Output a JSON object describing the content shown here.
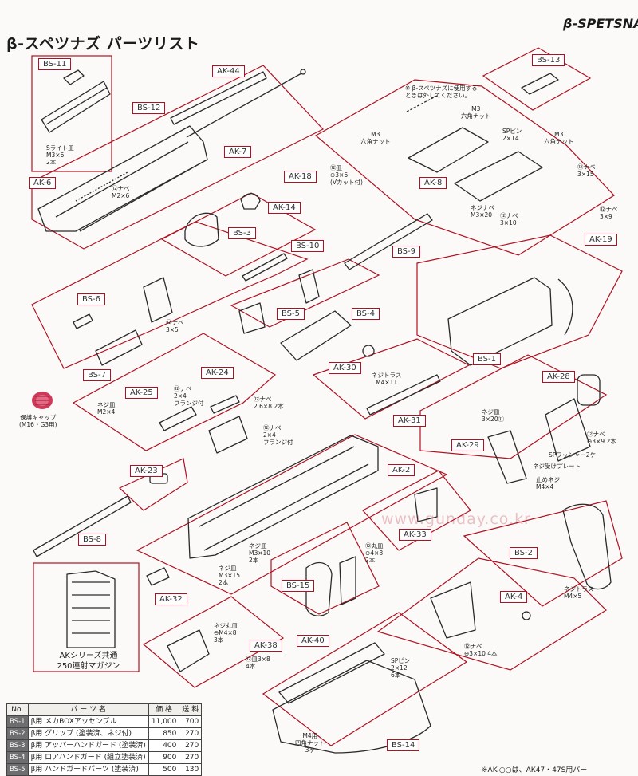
{
  "page": {
    "title": "β-スペツナズ パーツリスト",
    "brand": "β-SPETSNA",
    "watermark": "www.gunday.co.kr",
    "footnote": "※AK-○○は、AK47・47S用パー"
  },
  "part_labels": {
    "bs1": "BS-1",
    "bs2": "BS-2",
    "bs3": "BS-3",
    "bs4": "BS-4",
    "bs5": "BS-5",
    "bs6": "BS-6",
    "bs7": "BS-7",
    "bs8": "BS-8",
    "bs9": "BS-9",
    "bs10": "BS-10",
    "bs11": "BS-11",
    "bs12": "BS-12",
    "bs13": "BS-13",
    "bs14": "BS-14",
    "bs15": "BS-15",
    "ak2": "AK-2",
    "ak4": "AK-4",
    "ak6": "AK-6",
    "ak7": "AK-7",
    "ak8": "AK-8",
    "ak14": "AK-14",
    "ak18": "AK-18",
    "ak19": "AK-19",
    "ak23": "AK-23",
    "ak24": "AK-24",
    "ak25": "AK-25",
    "ak28": "AK-28",
    "ak29": "AK-29",
    "ak30": "AK-30",
    "ak31": "AK-31",
    "ak32": "AK-32",
    "ak33": "AK-33",
    "ak38": "AK-38",
    "ak40": "AK-40",
    "ak44": "AK-44"
  },
  "notes": {
    "s_light": "Sライト皿\nM3×6\n2本",
    "m2x6": "⑫ナベ\nM2×6",
    "ak8_notice": "※ β-スペツナズに使用する\nときは外してください。",
    "m3_hex_top": "M3\n六角ナット",
    "m3_hex_left": "M3\n六角ナット",
    "sp_pin_2x14": "SPピン\n2×14",
    "m3_hex_right": "M3\n六角ナット",
    "nabe_3x15": "⑫ナベ\n3×15",
    "screw_m3x20": "ネジナベ\nM3×20",
    "nabe_3x10": "⑫ナベ\n3×10",
    "nabe_3x9": "⑫ナベ\n3×9",
    "sara_3x6": "⑫皿\n⊖3×6\n(Vカット付)",
    "nabe_3x5": "⑫ナベ\n3×5",
    "screw_truss_m4x11": "ネジトラス\nM4×11",
    "screw_sara_3x20": "ネジ皿\n3×20⑪",
    "nabe_3x9_2": "⑫ナベ\n⊖3×9 2本",
    "sp_washer": "SPワッシャー2ケ",
    "screw_plate": "ネジ受けプレート",
    "stop_screw": "止めネジ\nM4×4",
    "protect_cap": "保護キャップ\n(M16・G3用)",
    "screw_sara_m2x4": "ネジ皿\nM2×4",
    "nabe_2x4_flange_a": "⑫ナベ\n2×4\nフランジ付",
    "nabe_2x6x8": "⑫ナベ\n2.6×8 2本",
    "nabe_2x4_flange_b": "⑫ナベ\n2×4\nフランジ付",
    "screw_sara_m3x10": "ネジ皿\nM3×10\n2本",
    "screw_sara_m3x15": "ネジ皿\nM3×15\n2本",
    "maru_4x8": "⑫丸皿\n⊖4×8\n2本",
    "truss_m4x5": "ネジトラス\nM4×5",
    "maru_m4x8": "ネジ丸皿\n⊖M4×8\n3本",
    "sara_3x8": "⑫皿3×8\n4本",
    "nabe_3x10_4": "⑫ナベ\n⊖3×10 4本",
    "sp_pin_2x12": "SPピン\n2×12\n6本",
    "m4_nut": "M4用\n四角ナット\n3ヶ"
  },
  "magazine": {
    "caption": "AKシリーズ共通\n250連射マガジン"
  },
  "parts_table": {
    "headers": [
      "No.",
      "パ ー ツ 名",
      "価 格",
      "送 料"
    ],
    "rows": [
      [
        "BS-1",
        "β用 メカBOXアッセンブル",
        "11,000",
        "700"
      ],
      [
        "BS-2",
        "β用 グリップ (塗装済、ネジ付)",
        "850",
        "270"
      ],
      [
        "BS-3",
        "β用 アッパーハンドガード (塗装済)",
        "400",
        "270"
      ],
      [
        "BS-4",
        "β用 ロアハンドガード (組立塗装済)",
        "900",
        "270"
      ],
      [
        "BS-5",
        "β用 ハンドガードパーツ (塗装済)",
        "500",
        "130"
      ]
    ]
  },
  "colors": {
    "frame_red": "#b01020",
    "line_dark": "#2a2a2a",
    "protect_cap": "#d03a5a",
    "table_code_bg": "#6e6e70"
  }
}
